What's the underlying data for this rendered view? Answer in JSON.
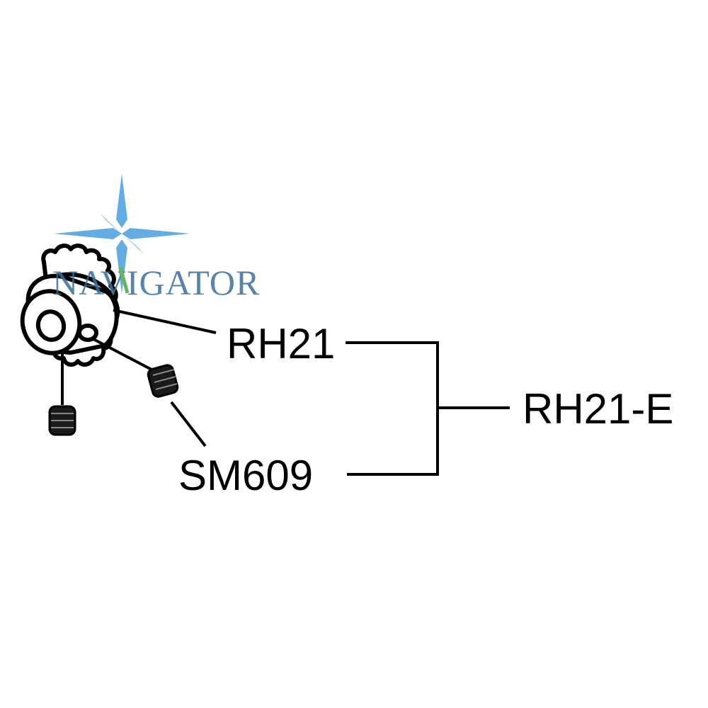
{
  "labels": {
    "gear": "RH21",
    "screw": "SM609",
    "assembly": "RH21-E"
  },
  "watermark": {
    "text": "NAVIGATOR",
    "text_color": "#3d6f9c",
    "accent_color": "#4fa83a",
    "star_color": "#4a9fe0"
  },
  "colors": {
    "line": "#000000",
    "background": "#ffffff"
  }
}
